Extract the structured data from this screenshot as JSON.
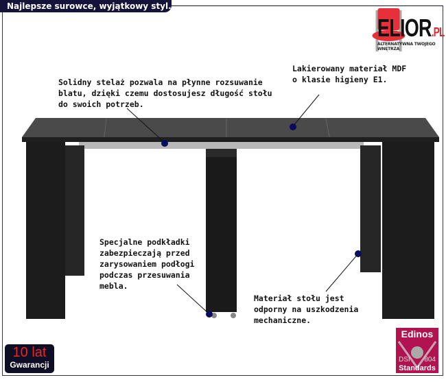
{
  "header": {
    "tagline": "Najlepsze surowce, wyjątkowy styl."
  },
  "brand": {
    "name": "ELIOR",
    "tld": ".PL",
    "slogan": "ALTERNATYWNA TWOJEGO WNĘTRZA"
  },
  "annotations": {
    "frame": "Solidny stelaż pozwala na płynne rozsuwanie\nblatu, dzięki czemu dostosujesz długość stołu\ndo swoich potrzeb.",
    "mdf": "Lakierowany materiał MDF\no klasie higieny E1.",
    "pads": "Specjalne podkładki\nzabezpieczają przed\nzarysowaniem podłogi\npodczas przesuwania\nmebla.",
    "material": "Materiał stołu jest\nodporny na uszkodzenia\nmechaniczne."
  },
  "warranty": {
    "years": "10 lat",
    "label": "Gwarancji"
  },
  "certificate": {
    "title": "Edinos",
    "left": "DSI",
    "right": "804",
    "bottom": "Standards"
  },
  "colors": {
    "navy": "#14143a",
    "accent_red": "#e0262b",
    "cert": "#b0134f",
    "marker": "#0b0b5e"
  }
}
